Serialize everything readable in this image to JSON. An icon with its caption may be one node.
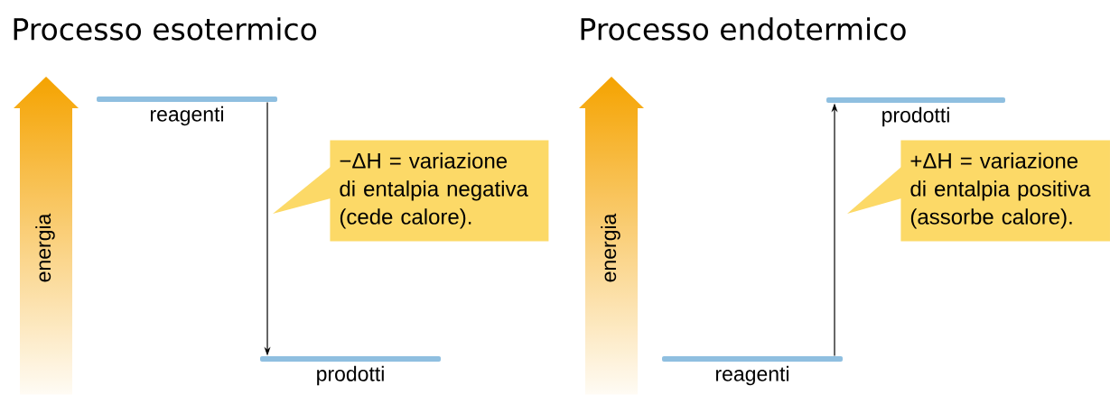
{
  "diagram": {
    "nodes": [
      {
        "text": [
          "reagenti"
        ]
      },
      {
        "text": [
          "prodotti"
        ]
      },
      {
        "text": [
          "−ΔH = variazione di entalpia negativa (cede calore)."
        ]
      },
      {
        "text": [
          "prodotti"
        ]
      },
      {
        "text": [
          "reagenti"
        ]
      },
      {
        "text": [
          "+ΔH = variazione di entalpia positiva (assorbe calore)."
        ]
      }
    ],
    "edges": [
      {
        "from": 0,
        "to": 1,
        "arrow": "to"
      },
      {
        "from": 4,
        "to": 3,
        "arrow": "to"
      }
    ],
    "labels": [
      "Processo esotermico",
      "energia",
      "Processo endotermico",
      "energia"
    ]
  }
}
